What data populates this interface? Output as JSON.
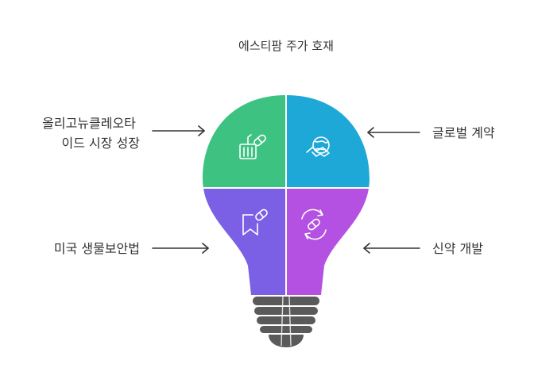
{
  "title": "에스티팜 주가 호재",
  "quadrants": [
    {
      "id": "top-left",
      "lines": [
        "올리고뉴클레오타",
        "이드 시장 성장"
      ],
      "color": "#3EC282",
      "icon": "factory-pill-icon"
    },
    {
      "id": "top-right",
      "lines": [
        "글로벌 계약"
      ],
      "color": "#1EA8D8",
      "icon": "globe-handshake-icon"
    },
    {
      "id": "bottom-left",
      "lines": [
        "미국 생물보안법"
      ],
      "color": "#7B60E6",
      "icon": "bookmark-pill-icon"
    },
    {
      "id": "bottom-right",
      "lines": [
        "신약 개발"
      ],
      "color": "#B451E2",
      "icon": "pill-cycle-icon"
    }
  ],
  "bulb_base_color": "#5A5A5A"
}
